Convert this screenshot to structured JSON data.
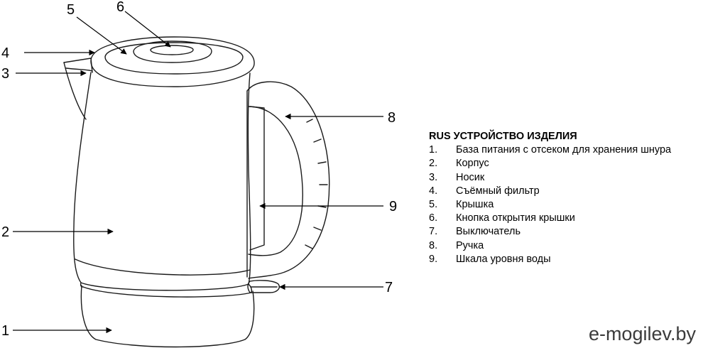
{
  "legend": {
    "title": "RUS УСТРОЙСТВО ИЗДЕЛИЯ",
    "items": [
      {
        "n": "1.",
        "text": "База питания с отсеком для хранения шнура"
      },
      {
        "n": "2.",
        "text": "Корпус"
      },
      {
        "n": "3.",
        "text": "Носик"
      },
      {
        "n": "4.",
        "text": "Съёмный фильтр"
      },
      {
        "n": "5.",
        "text": "Крышка"
      },
      {
        "n": "6.",
        "text": "Кнопка открытия крышки"
      },
      {
        "n": "7.",
        "text": "Выключатель"
      },
      {
        "n": "8.",
        "text": "Ручка"
      },
      {
        "n": "9.",
        "text": "Шкала уровня воды"
      }
    ]
  },
  "callouts": [
    "1",
    "2",
    "3",
    "4",
    "5",
    "6",
    "7",
    "8",
    "9"
  ],
  "watermark": "e-mogilev.by"
}
